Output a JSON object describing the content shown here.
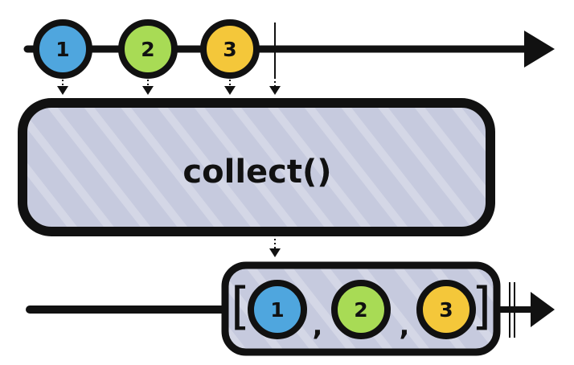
{
  "diagram": {
    "type": "marble-diagram",
    "input_values": [
      "1",
      "2",
      "3"
    ],
    "operator_label": "collect()",
    "output": {
      "open_bracket": "[",
      "close_bracket": "]",
      "items": [
        "1",
        "2",
        "3"
      ],
      "separators": [
        ",",
        ","
      ]
    },
    "colors": {
      "marble_1": "#4fa6de",
      "marble_2": "#a8db55",
      "marble_3": "#f4c73a",
      "operator_fill": "#c6cade",
      "operator_stroke": "#111111",
      "line": "#111111"
    }
  }
}
